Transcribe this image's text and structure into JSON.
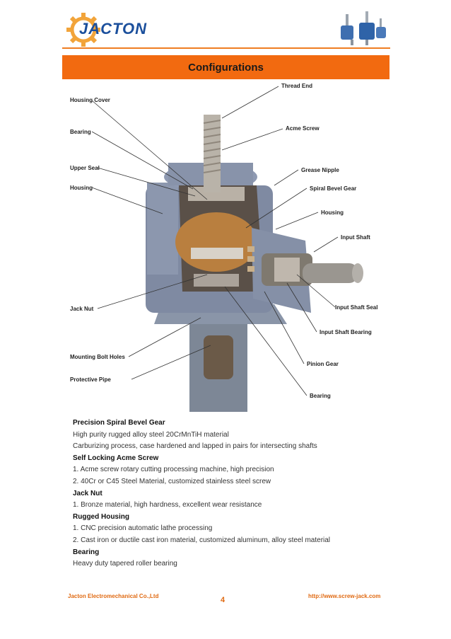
{
  "header": {
    "logo_text": "JACTON",
    "banner_title": "Configurations"
  },
  "diagram": {
    "labels": {
      "thread_end": "Thread End",
      "housing_cover": "Housing Cover",
      "acme_screw": "Acme Screw",
      "bearing_top": "Bearing",
      "grease_nipple": "Grease Nipple",
      "upper_seal": "Upper Seal",
      "spiral_bevel_gear": "Spiral Bevel Gear",
      "housing_left": "Housing",
      "housing_right": "Housing",
      "input_shaft": "Input Shaft",
      "jack_nut": "Jack Nut",
      "input_shaft_seal": "Input Shaft Seal",
      "input_shaft_bearing": "Input Shaft Bearing",
      "mounting_bolt_holes": "Mounting Bolt Holes",
      "pinion_gear": "Pinion Gear",
      "protective_pipe": "Protective Pipe",
      "bearing_bottom": "Bearing"
    }
  },
  "specs": [
    {
      "type": "h",
      "text": "Precision Spiral Bevel Gear"
    },
    {
      "type": "t",
      "text": "High purity rugged alloy steel 20CrMnTiH material"
    },
    {
      "type": "t",
      "text": "Carburizing process, case hardened and lapped in pairs for intersecting shafts"
    },
    {
      "type": "h",
      "text": "Self Locking Acme Screw"
    },
    {
      "type": "t",
      "text": "1. Acme screw rotary cutting processing machine, high precision"
    },
    {
      "type": "t",
      "text": "2. 40Cr or C45 Steel Material, customized stainless steel screw"
    },
    {
      "type": "h",
      "text": "Jack Nut"
    },
    {
      "type": "t",
      "text": "1. Bronze material, high hardness, excellent wear resistance"
    },
    {
      "type": "h",
      "text": "Rugged Housing"
    },
    {
      "type": "t",
      "text": "1. CNC precision automatic lathe processing"
    },
    {
      "type": "t",
      "text": "2. Cast iron or ductile cast iron material, customized aluminum, alloy steel material"
    },
    {
      "type": "h",
      "text": "Bearing"
    },
    {
      "type": "t",
      "text": "Heavy duty tapered roller bearing"
    }
  ],
  "footer": {
    "company": "Jacton Electromechanical Co.,Ltd",
    "page": "4",
    "url": "http://www.screw-jack.com"
  },
  "colors": {
    "banner": "#f26a10",
    "accent": "#e06a12",
    "logo_blue": "#1b4f9c"
  }
}
